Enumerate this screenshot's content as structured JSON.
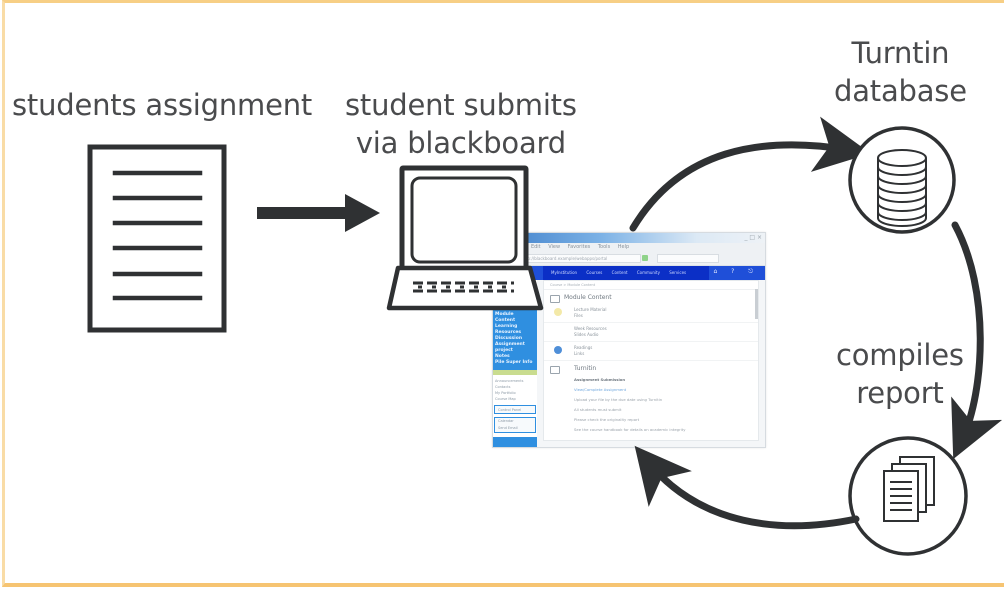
{
  "diagram": {
    "title": "Turnitin submission workflow",
    "nodes": [
      {
        "id": "assignment",
        "label_lines": [
          "students assignment"
        ],
        "icon": "document-icon"
      },
      {
        "id": "submit",
        "label_lines": [
          "student submits",
          "via blackboard"
        ],
        "icon": "laptop-icon"
      },
      {
        "id": "database",
        "label_lines": [
          "Turntin",
          "database"
        ],
        "icon": "database-icon"
      },
      {
        "id": "report",
        "label_lines": [
          "compiles",
          "report"
        ],
        "icon": "report-pages-icon"
      }
    ],
    "edges": [
      {
        "from": "assignment",
        "to": "submit",
        "style": "straight-arrow"
      },
      {
        "from": "submit",
        "to": "database",
        "style": "curved-arrow"
      },
      {
        "from": "database",
        "to": "report",
        "style": "curved-arrow"
      },
      {
        "from": "report",
        "to": "submit",
        "style": "curved-arrow"
      }
    ],
    "colors": {
      "border": "#f6c472",
      "ink": "#2f3133",
      "text": "#4a4b4d",
      "blackboard_blue": "#1f4fd8",
      "sidebar_blue": "#2f8fe0"
    }
  },
  "browser_screenshot": {
    "title_controls": "_ □ ×",
    "menu": "File Edit View Favorites Tools Help",
    "url": "http://blackboard.example/webapps/portal",
    "nav_tabs": "MyInstitution Courses Content Community Services",
    "nav_icons": "⌂ ? ⎋",
    "breadcrumb": "Course > Module Content",
    "heading": "Module Content",
    "sidebar_menu": [
      "Module Content",
      "Learning",
      "Resources",
      "Discussion",
      "Assignment project",
      "Notes",
      "Pile Super Info"
    ],
    "sidebar_links": [
      "Announcements",
      "Contacts",
      "My Portfolio",
      "Course Map"
    ],
    "sidebar_box": "Control Panel",
    "sidebar_box2": [
      "Calendar",
      "Send Email"
    ],
    "items": [
      {
        "title": "Lecture Material",
        "sub": "Files"
      },
      {
        "title": "Week Resources",
        "sub": "Slides Audio"
      },
      {
        "title": "Readings",
        "sub": "Links"
      }
    ],
    "section2": "Turnitin",
    "assignment_title": "Assignment Submission",
    "assignment_link": "View/Complete Assignment",
    "assignment_lines": [
      "Upload your file by the due date using Turnitin",
      "All students must submit",
      "Please check the originality report",
      "See the course handbook for details on academic integrity"
    ]
  }
}
